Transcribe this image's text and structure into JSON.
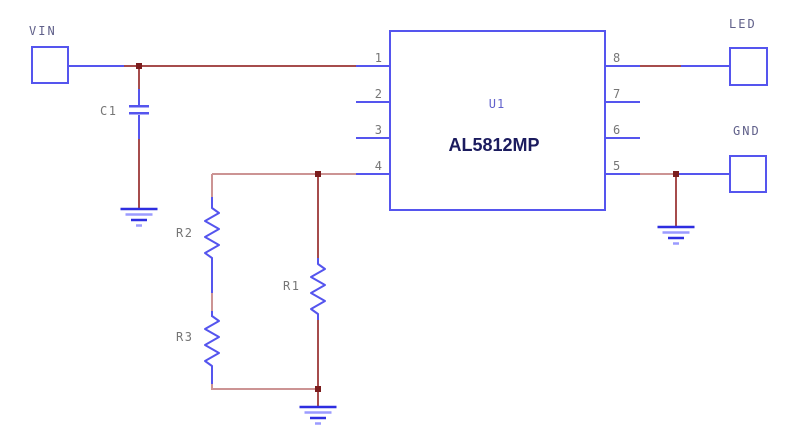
{
  "ports": {
    "vin": "VIN",
    "led": "LED",
    "gnd": "GND"
  },
  "ic": {
    "ref": "U1",
    "part": "AL5812MP",
    "left_pins": [
      "1",
      "2",
      "3",
      "4"
    ],
    "right_pins": [
      "8",
      "7",
      "6",
      "5"
    ]
  },
  "parts": {
    "c1": "C1",
    "r1": "R1",
    "r2": "R2",
    "r3": "R3"
  },
  "colors": {
    "component": "#5555ee",
    "wire": "#a64c4c",
    "wire_light": "#cc9494",
    "junction": "#7b1d1d",
    "label": "#767676",
    "port_label": "#60608a",
    "ic_ref": "#6262cc",
    "ic_part": "#1b1b5e",
    "ground_dark": "#2e2ee0",
    "ground_light": "#9b9bff"
  }
}
